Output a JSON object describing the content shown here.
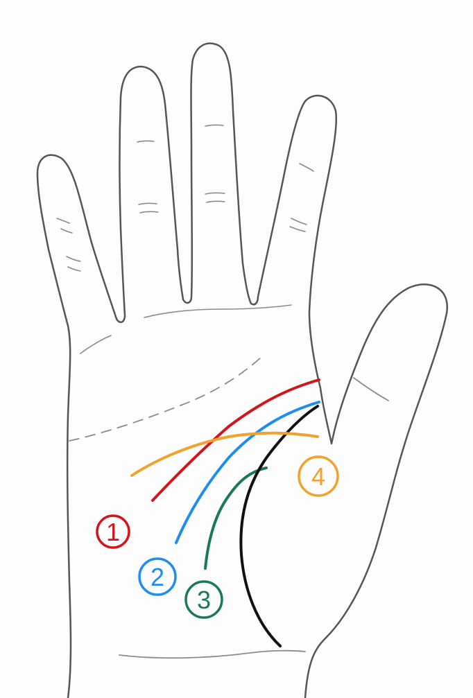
{
  "colors": {
    "background": "#fdfdfd",
    "outline": "#555555",
    "crease": "#8a8a8a",
    "line1": "#d0161c",
    "line2": "#1f8cef",
    "line3": "#1a7a55",
    "line4": "#f2a12c",
    "black_line": "#111111"
  },
  "labels": [
    {
      "id": "1",
      "text": "1",
      "color": "#d0161c"
    },
    {
      "id": "2",
      "text": "2",
      "color": "#1f8cef"
    },
    {
      "id": "3",
      "text": "3",
      "color": "#1a7a55"
    },
    {
      "id": "4",
      "text": "4",
      "color": "#f2a12c"
    }
  ]
}
